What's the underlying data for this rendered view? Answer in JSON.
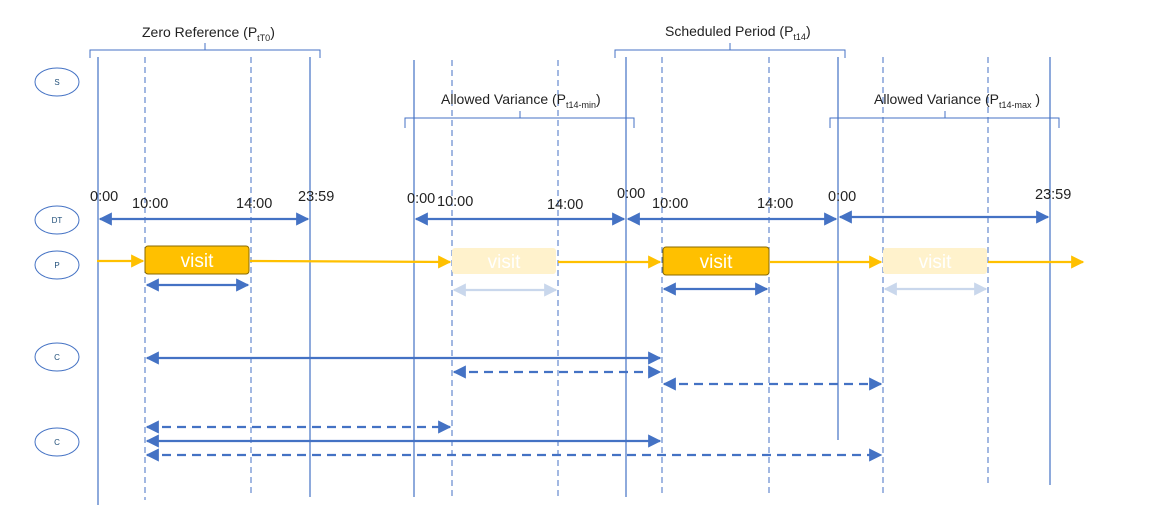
{
  "colors": {
    "line": "#4472c4",
    "arrow": "#4472c4",
    "arrow_faded": "#c9d7ec",
    "visit": "#ffc000",
    "visit_border": "#8a6a00",
    "visit_faded": "#fff2cc",
    "timeline": "#ffc000"
  },
  "rows": [
    "S",
    "DT",
    "P",
    "C",
    "C"
  ],
  "brackets": {
    "zero_reference": {
      "text": "Zero Reference (P",
      "sub": "tT0",
      "close": ")"
    },
    "scheduled_period": {
      "text": "Scheduled Period (P",
      "sub": "t14",
      "close": ")"
    },
    "variance_min": {
      "text": "Allowed Variance (P",
      "sub": "t14-min",
      "close": ")"
    },
    "variance_max": {
      "text": "Allowed Variance (P",
      "sub": "t14-max",
      "close": " )"
    }
  },
  "times": [
    "0:00",
    "10:00",
    "14:00",
    "23:59",
    "0:00",
    "10:00",
    "14:00",
    "0:00",
    "10:00",
    "14:00",
    "0:00",
    "23:59"
  ],
  "visit_label": "visit"
}
